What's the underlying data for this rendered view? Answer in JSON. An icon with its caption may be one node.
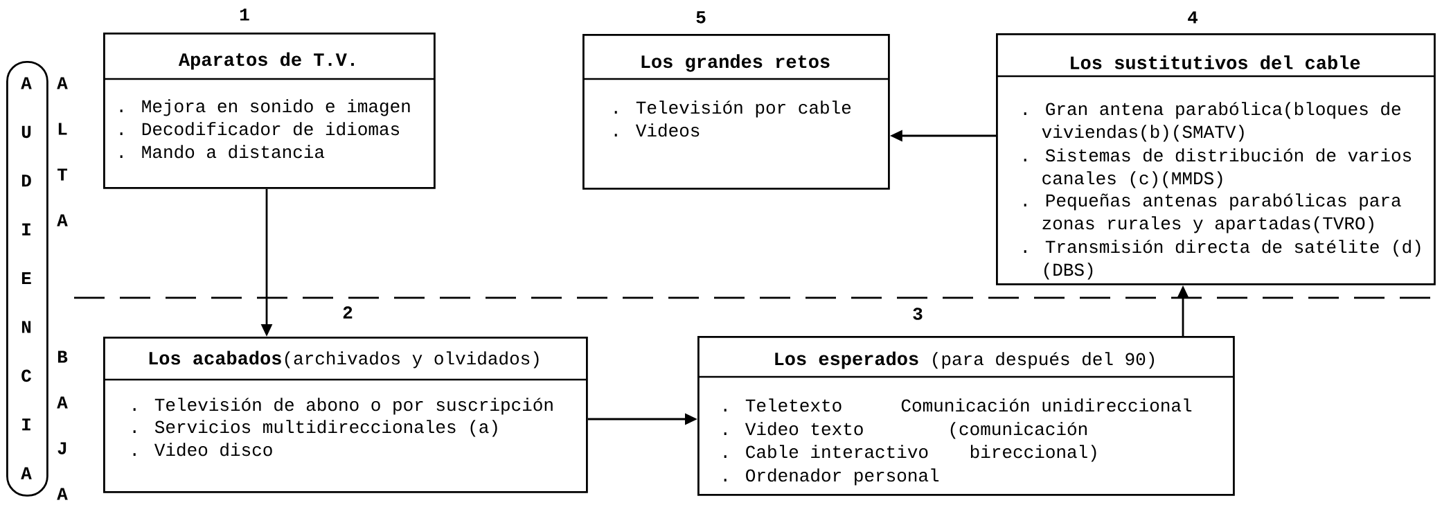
{
  "diagram": {
    "nodes": [
      {
        "text": [
          "A U D I E N C I A"
        ]
      },
      {
        "text": [
          "Aparatos de T.V.",
          ". Mejora en sonido e imagen",
          ". Decodificador de idiomas",
          ". Mando a distancia"
        ],
        "beside": [
          "1"
        ]
      },
      {
        "text": [
          "Los grandes retos",
          ". Televisión por cable",
          ". Videos"
        ],
        "beside": [
          "5"
        ]
      },
      {
        "text": [
          "Los sustitutivos del cable",
          ". Gran antena parabólica(bloques de viviendas(b)(SMATV)",
          ". Sistemas de distribución de varios canales (c)(MMDS)",
          ". Pequeñas antenas parabólicas para zonas rurales y apartadas(TVRO)",
          ". Transmisión directa de satélite (d) (DBS)"
        ],
        "beside": [
          "4"
        ]
      },
      {
        "text": [
          "**Los acabados**(archivados y olvidados)",
          ". Televisión de abono o por suscripción",
          ". Servicios multidireccionales (a)",
          ". Video disco"
        ],
        "beside": [
          "2"
        ]
      },
      {
        "text": [
          "**Los esperados** (para después del 90)",
          ". Teletexto",
          ". Video texto",
          ". Cable interactivo",
          ". Ordenador personal",
          "Comunicación unidireccional",
          "(comunicación bireccional)"
        ],
        "beside": [
          "3"
        ]
      }
    ],
    "edges": [
      {
        "from": 1,
        "to": 4,
        "arrow": "to"
      },
      {
        "from": 4,
        "to": 5,
        "arrow": "to"
      },
      {
        "from": 5,
        "to": 3,
        "arrow": "to"
      },
      {
        "from": 3,
        "to": 2,
        "arrow": "to"
      }
    ],
    "labels": [
      "A L T A",
      "B A J A"
    ]
  }
}
